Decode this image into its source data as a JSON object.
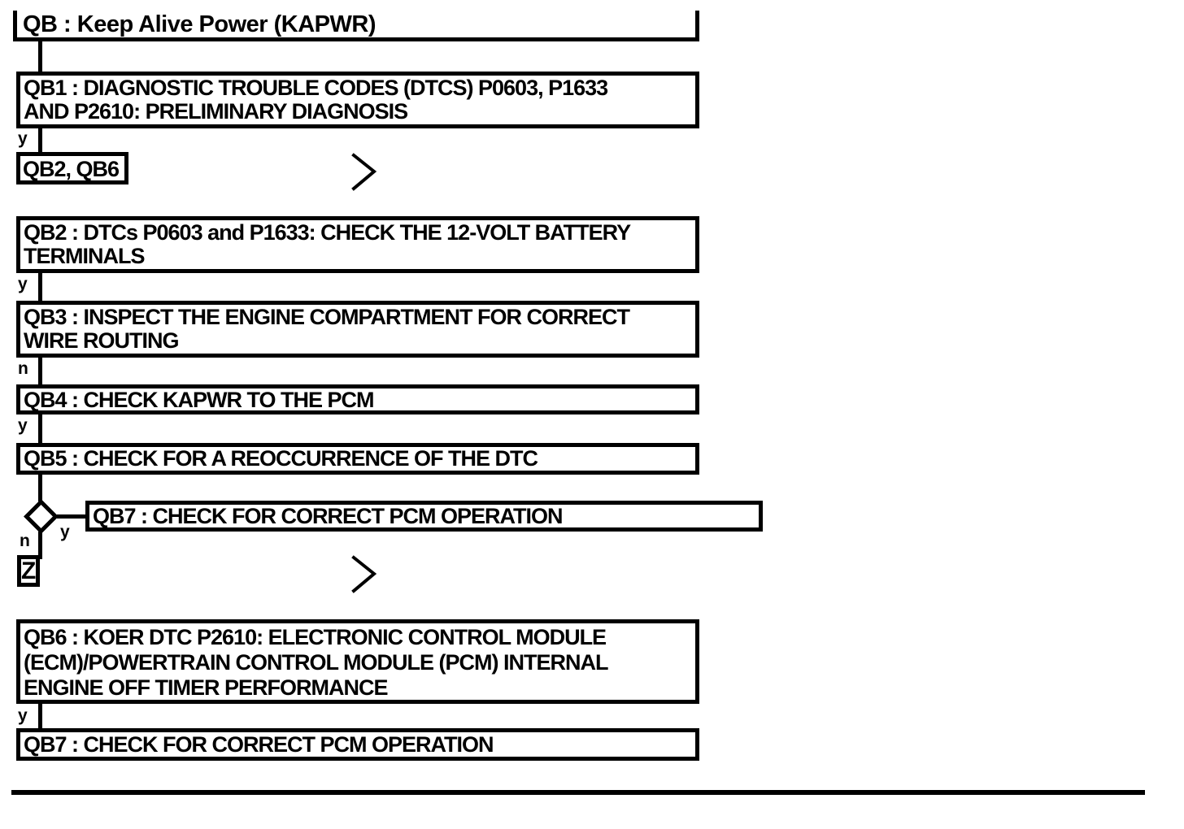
{
  "page": {
    "background_color": "#ffffff",
    "ink_color": "#000000"
  },
  "flowchart": {
    "nodes": {
      "qb": {
        "text": "QB : Keep Alive Power (KAPWR)"
      },
      "qb1": {
        "text": "QB1 : DIAGNOSTIC TROUBLE CODES (DTCS) P0603, P1633\nAND P2610: PRELIMINARY DIAGNOSIS"
      },
      "qb2_qb6_ref": {
        "text": "QB2, QB6"
      },
      "qb2": {
        "text": "QB2 : DTCs P0603 and P1633: CHECK THE 12-VOLT BATTERY\nTERMINALS"
      },
      "qb3": {
        "text": "QB3 : INSPECT THE ENGINE COMPARTMENT FOR CORRECT\nWIRE ROUTING"
      },
      "qb4": {
        "text": "QB4 : CHECK KAPWR TO THE PCM"
      },
      "qb5": {
        "text": "QB5 : CHECK FOR A REOCCURRENCE OF THE DTC"
      },
      "qb7_top": {
        "text": "QB7 : CHECK FOR CORRECT PCM OPERATION"
      },
      "z_ref": {
        "text": "Z"
      },
      "qb6": {
        "text": "QB6 : KOER DTC P2610: ELECTRONIC CONTROL MODULE\n(ECM)/POWERTRAIN CONTROL MODULE (PCM) INTERNAL\nENGINE OFF TIMER PERFORMANCE"
      },
      "qb7_bottom": {
        "text": "QB7 : CHECK FOR CORRECT PCM OPERATION"
      }
    },
    "edge_labels": {
      "qb1_yes": "y",
      "qb2_yes": "y",
      "qb3_no": "n",
      "qb4_yes": "y",
      "qb5_yes": "y",
      "qb5_no": "n",
      "qb6_yes": "y"
    }
  }
}
